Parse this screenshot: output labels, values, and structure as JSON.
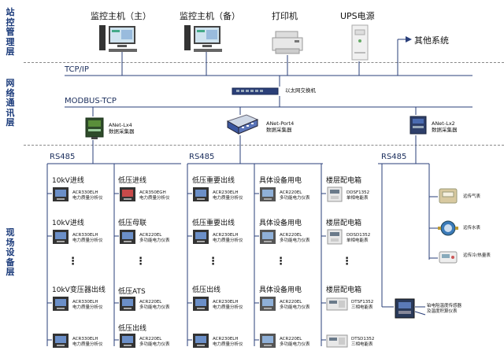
{
  "layers": {
    "station": "站控管理层",
    "network": "网络通讯层",
    "field": "现场设备层"
  },
  "station_devices": {
    "monitor_main": "监控主机（主）",
    "monitor_backup": "监控主机（备）",
    "printer": "打印机",
    "ups": "UPS电源",
    "other_systems": "其他系统"
  },
  "network": {
    "tcpip": "TCP/IP",
    "modbus": "MODBUS-TCP",
    "switch": "以太网交换机",
    "collectors": [
      {
        "model": "ANet-Lx4",
        "desc": "数据采集器"
      },
      {
        "model": "ANet-Port4",
        "desc": "数据采集器"
      },
      {
        "model": "ANet-Lx2",
        "desc": "数据采集器"
      }
    ]
  },
  "field": {
    "rs485": "RS485",
    "ellipsis": "⋮",
    "col1": {
      "headers": [
        "10kV进线",
        "10kV进线",
        "10kV变压器出线"
      ],
      "meters": [
        {
          "model": "ACR330ELH",
          "desc": "电力质量分析仪"
        },
        {
          "model": "ACR330ELH",
          "desc": "电力质量分析仪"
        },
        {
          "model": "ACR330ELH",
          "desc": "电力质量分析仪"
        },
        {
          "model": "ACR330ELH",
          "desc": "电力质量分析仪"
        }
      ]
    },
    "col2": {
      "headers": [
        "低压进线",
        "低压母联",
        "低压ATS",
        "低压出线"
      ],
      "meters": [
        {
          "model": "ACR350EGH",
          "desc": "电力质量分析仪"
        },
        {
          "model": "ACR220EL",
          "desc": "多功能电力仪表"
        },
        {
          "model": "ACR220EL",
          "desc": "多功能电力仪表"
        },
        {
          "model": "ACR220EL",
          "desc": "多功能电力仪表"
        }
      ]
    },
    "col3": {
      "headers": [
        "低压重要出线",
        "低压重要出线",
        "低压出线"
      ],
      "meters": [
        {
          "model": "ACR230ELH",
          "desc": "电力质量分析仪"
        },
        {
          "model": "ACR230ELH",
          "desc": "电力质量分析仪"
        },
        {
          "model": "ACR230ELH",
          "desc": "电力质量分析仪"
        },
        {
          "model": "ACR230ELH",
          "desc": "电力质量分析仪"
        }
      ]
    },
    "col4": {
      "headers": [
        "具体设备用电",
        "具体设备用电",
        "具体设备用电"
      ],
      "meters": [
        {
          "model": "ACR220EL",
          "desc": "多功能电力仪表"
        },
        {
          "model": "ACR220EL",
          "desc": "多功能电力仪表"
        },
        {
          "model": "ACR220EL",
          "desc": "多功能电力仪表"
        },
        {
          "model": "ACR220EL",
          "desc": "多功能电力仪表"
        }
      ]
    },
    "col5": {
      "headers": [
        "楼层配电箱",
        "楼层配电箱",
        "楼层配电箱"
      ],
      "meters": [
        {
          "model": "DDSF1352",
          "desc": "单相电能表"
        },
        {
          "model": "DDSD1352",
          "desc": "单相电能表"
        },
        {
          "model": "DTSF1352",
          "desc": "三相电能表"
        },
        {
          "model": "DTSD1352",
          "desc": "三相电能表"
        }
      ]
    },
    "col6": {
      "items": [
        "远传气表",
        "远传水表",
        "远传冷/热量表"
      ],
      "sensor": [
        "铂电阻温度传感器",
        "及温度积算仪表"
      ]
    }
  }
}
